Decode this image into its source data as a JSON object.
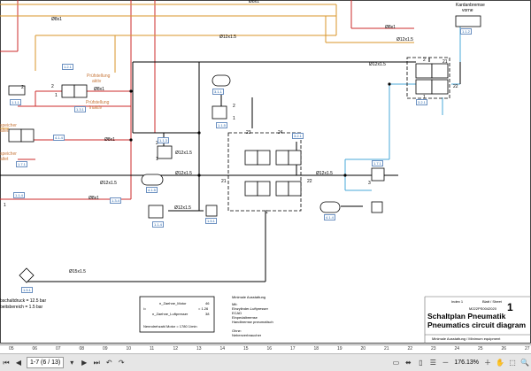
{
  "labels": {
    "oe8x1_top": "Ø8x1",
    "oe8x1_a": "Ø8x1",
    "oe8x1_b": "Ø8x1",
    "oe8x1_c": "Ø8x1",
    "oe8x1_d": "Ø8x1",
    "oe8x1_e": "Ø8x1",
    "oe8x1_f": "Ø8x1",
    "oe8x1_g": "Ø8x1",
    "oe8x1_h": "Ø8x1",
    "oe12x15_a": "Ø12x1.5",
    "oe12x15_b": "Ø12x1.5",
    "oe12x15_c": "Ø12x1.5",
    "oe12x15_d": "Ø12x1.5",
    "oe12x15_e": "Ø12x1.5",
    "oe12x15_f": "Ø12x1.5",
    "oe12x15_g": "Ø12x1.5",
    "oe12x15_h": "Ø12x1.5",
    "oe12x15_i": "Ø12x1.5",
    "oe12x15_j": "Ø12x1.5",
    "oe12x15_k": "Ø12x1.5",
    "oe12x15_l": "Ø12x1.5",
    "oe15x15": "Ø15x1.5",
    "kardan": "Kardanbremse",
    "kardan2": "vorne",
    "pruef_aktiv1": "Prüfstellung",
    "pruef_aktiv2": "aktiv",
    "pruef_inaktiv1": "Prüfstellung",
    "pruef_inaktiv2": "inaktiv",
    "left_speicher1": "speicher",
    "left_speicher2": "altet",
    "left_pedal1": "speicher",
    "left_pedal2": "altet",
    "schalt": "bschaltdruck = 12.5 bar",
    "arbeits": "beitsbereich = 1.5 bar",
    "n_23": "23",
    "n_24": "24",
    "n_21a": "21",
    "n_22": "22",
    "n_21b": "21",
    "n_1a": "1",
    "n_1b": "1",
    "n_2a": "2",
    "n_21c": "21",
    "n_22b": "22",
    "n_1c": "1",
    "n_2b": "2",
    "n_1d": "1",
    "n_1e": "1",
    "n_3": "3",
    "n_2c": "2",
    "n_1f": "1",
    "n_2d": "2",
    "n_1g": "1",
    "n_2e": "2"
  },
  "boxes": {
    "b1": "1.1.1",
    "b2": "1.2.1",
    "b3": "1.3.1",
    "b4": "4.1.4",
    "b5": "1.7.1",
    "b6": "1.1.4",
    "b7": "1.3.4",
    "b8": "3.1.1",
    "b9": "1.1.5",
    "b10": "1.1.3",
    "b11": "3.2.1",
    "b12": "4.1.5",
    "b13": "1.1.4",
    "b14": "1.5.1",
    "b15": "1.7.1",
    "b16": "4.1.4",
    "b17": "1.1.2",
    "b18": "3.2.1",
    "b19": "1.5.1"
  },
  "formula": {
    "n_motor": "n_Zaehne_Motor",
    "v_motor": "46",
    "i_label": "i=",
    "equals": "= 1.26",
    "n_luft": "n_Zaehne_Luftpresser",
    "v_luft": "38",
    "nenn": "Nenndrehzahl Motor = 1780 1/min"
  },
  "ausstattung": {
    "heading": "Minimale Ausstattung",
    "mit": "Mit:",
    "item1": "Einzylinder-Luftpresser",
    "item2": "ECAD",
    "item3": "Einpedalbremse",
    "item4": "Handbremse pneumatisch",
    "ohne": "Ohne:",
    "item5": "Nebenverbraucher"
  },
  "titleblock": {
    "index": "Index 1",
    "blatt": "Blatt / Sheet",
    "num": "1",
    "code": "M222PS0042020",
    "title_de": "Schaltplan Pneumatik",
    "title_en": "Pneumatics circuit diagram",
    "sub": "Minimale Ausstattung / Minimum equipment"
  },
  "ruler": [
    "05",
    "06",
    "07",
    "08",
    "09",
    "10",
    "11",
    "12",
    "13",
    "14",
    "15",
    "16",
    "17",
    "18",
    "19",
    "20",
    "21",
    "22",
    "23",
    "24",
    "25",
    "26",
    "27"
  ],
  "toolbar": {
    "page": "1-7 (6 / 13)",
    "zoom": "176.13%"
  },
  "colors": {
    "red": "#cc2b2b",
    "orange": "#d9962a",
    "blue": "#4aa8d8",
    "black": "#000000"
  }
}
